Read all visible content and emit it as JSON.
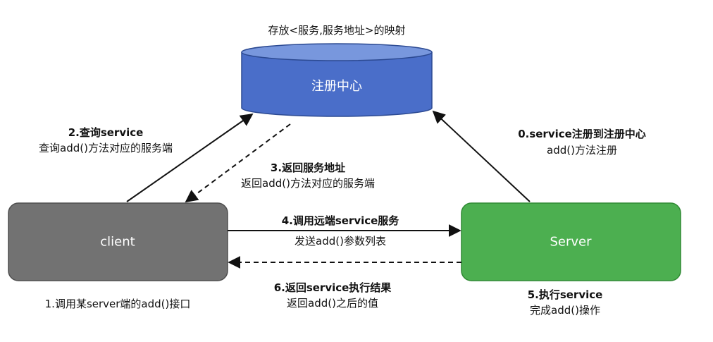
{
  "registry": {
    "caption": "存放<服务,服务地址>的映射",
    "label": "注册中心",
    "color": "#4a6ec9"
  },
  "client": {
    "label": "client",
    "note": "1.调用某server端的add()接口",
    "color": "#727272"
  },
  "server": {
    "label": "Server",
    "color": "#4caf50"
  },
  "steps": {
    "step0": {
      "title": "0.service注册到注册中心",
      "detail": "add()方法注册"
    },
    "step2": {
      "title": "2.查询service",
      "detail": "查询add()方法对应的服务端"
    },
    "step3": {
      "title": "3.返回服务地址",
      "detail": "返回add()方法对应的服务端"
    },
    "step4": {
      "title": "4.调用远端service服务",
      "detail": "发送add()参数列表"
    },
    "step5": {
      "title": "5.执行service",
      "detail": "完成add()操作"
    },
    "step6": {
      "title": "6.返回service执行结果",
      "detail": "返回add()之后的值"
    }
  }
}
